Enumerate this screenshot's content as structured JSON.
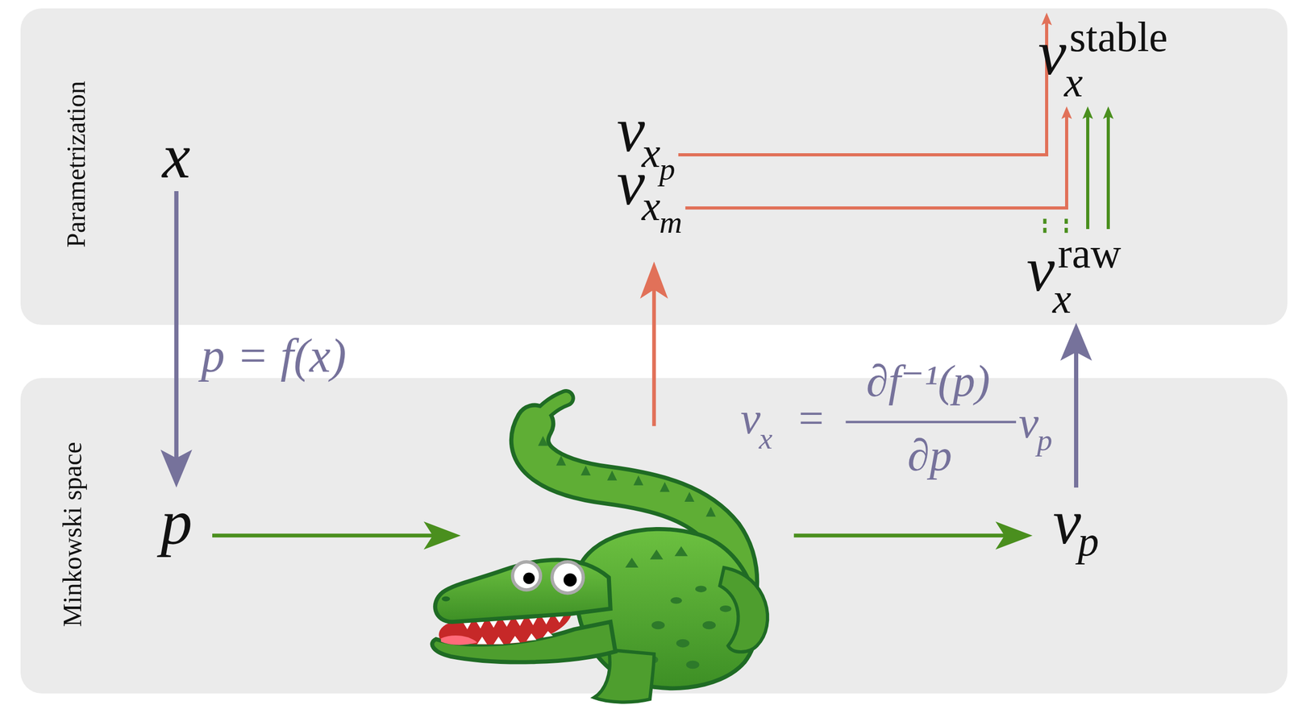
{
  "diagram": {
    "nodes": [
      {
        "text": [
          "Parametrization"
        ]
      },
      {
        "text": [
          "x"
        ],
        "in": 0
      },
      {
        "text": [
          "v",
          "x",
          "p"
        ],
        "in": 0
      },
      {
        "text": [
          "v",
          "x",
          "m"
        ],
        "in": 0
      },
      {
        "text": [
          "v",
          "x",
          "stable"
        ],
        "in": 0
      },
      {
        "text": [
          "v",
          "x",
          "raw"
        ],
        "in": 0
      },
      {
        "text": [
          "Minkowski space"
        ]
      },
      {
        "text": [
          "p"
        ],
        "in": 6
      },
      {
        "text": [
          "v",
          "p"
        ],
        "in": 6
      }
    ],
    "edges": [
      {
        "from": 1,
        "to": 7,
        "arrow": "to",
        "label": "p = f(x)"
      },
      {
        "from": 8,
        "to": 5,
        "arrow": "to"
      },
      {
        "from": 2,
        "to": 4,
        "arrow": "to"
      },
      {
        "from": 3,
        "to": 4,
        "arrow": "to"
      },
      {
        "from": 5,
        "to": 4,
        "arrow": "to"
      },
      {
        "from": 5,
        "to": 4,
        "arrow": "to"
      }
    ],
    "labels": [
      "v",
      "x",
      "=",
      "∂f⁻¹(p)",
      "∂p",
      "v",
      "p"
    ]
  }
}
